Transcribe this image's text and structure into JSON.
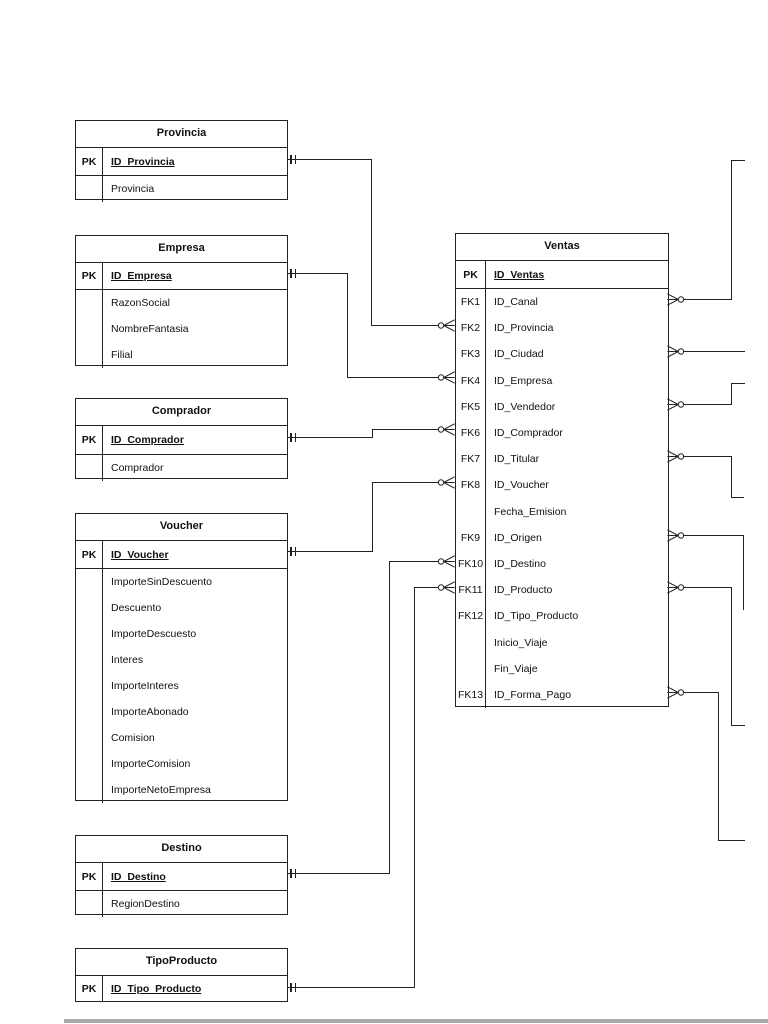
{
  "diagram": {
    "entities": [
      {
        "name": "Provincia",
        "pk_label": "PK",
        "pk": "ID_Provincia",
        "attributes": [
          "Provincia"
        ]
      },
      {
        "name": "Empresa",
        "pk_label": "PK",
        "pk": "ID_Empresa",
        "attributes": [
          "RazonSocial",
          "NombreFantasia",
          "Filial"
        ]
      },
      {
        "name": "Comprador",
        "pk_label": "PK",
        "pk": "ID_Comprador",
        "attributes": [
          "Comprador"
        ]
      },
      {
        "name": "Voucher",
        "pk_label": "PK",
        "pk": "ID_Voucher",
        "attributes": [
          "ImporteSinDescuento",
          "Descuento",
          "ImporteDescuesto",
          "Interes",
          "ImporteInteres",
          "ImporteAbonado",
          "Comision",
          "ImporteComision",
          "ImporteNetoEmpresa"
        ]
      },
      {
        "name": "Destino",
        "pk_label": "PK",
        "pk": "ID_Destino",
        "attributes": [
          "RegionDestino"
        ]
      },
      {
        "name": "TipoProducto",
        "pk_label": "PK",
        "pk": "ID_Tipo_Producto",
        "attributes": []
      }
    ],
    "ventas": {
      "name": "Ventas",
      "pk_label": "PK",
      "pk": "ID_Ventas",
      "rows": [
        {
          "key": "FK1",
          "name": "ID_Canal"
        },
        {
          "key": "FK2",
          "name": "ID_Provincia"
        },
        {
          "key": "FK3",
          "name": "ID_Ciudad"
        },
        {
          "key": "FK4",
          "name": "ID_Empresa"
        },
        {
          "key": "FK5",
          "name": "ID_Vendedor"
        },
        {
          "key": "FK6",
          "name": "ID_Comprador"
        },
        {
          "key": "FK7",
          "name": "ID_Titular"
        },
        {
          "key": "FK8",
          "name": "ID_Voucher"
        },
        {
          "key": "",
          "name": "Fecha_Emision"
        },
        {
          "key": "FK9",
          "name": "ID_Origen"
        },
        {
          "key": "FK10",
          "name": "ID_Destino"
        },
        {
          "key": "FK11",
          "name": "ID_Producto"
        },
        {
          "key": "FK12",
          "name": "ID_Tipo_Producto"
        },
        {
          "key": "",
          "name": "Inicio_Viaje"
        },
        {
          "key": "",
          "name": "Fin_Viaje"
        },
        {
          "key": "FK13",
          "name": "ID_Forma_Pago"
        }
      ]
    },
    "relationships": [
      {
        "from": "Provincia",
        "to": "Ventas.FK2",
        "from_end": "exactly-one",
        "to_end": "zero-or-many"
      },
      {
        "from": "Empresa",
        "to": "Ventas.FK4",
        "from_end": "exactly-one",
        "to_end": "zero-or-many"
      },
      {
        "from": "Comprador",
        "to": "Ventas.FK6",
        "from_end": "exactly-one",
        "to_end": "zero-or-many"
      },
      {
        "from": "Voucher",
        "to": "Ventas.FK8",
        "from_end": "exactly-one",
        "to_end": "zero-or-many"
      },
      {
        "from": "Destino",
        "to": "Ventas.FK10",
        "from_end": "exactly-one",
        "to_end": "zero-or-many"
      },
      {
        "from": "TipoProducto",
        "to": "Ventas.FK11",
        "from_end": "exactly-one",
        "to_end": "zero-or-many"
      }
    ],
    "offpage_connectors": [
      "FK1 ID_Canal",
      "FK3 ID_Ciudad",
      "FK5 ID_Vendedor",
      "FK7 ID_Titular",
      "FK9 ID_Origen",
      "FK11 ID_Producto",
      "FK13 ID_Forma_Pago"
    ],
    "colors": {
      "line": "#222222",
      "background": "#ffffff",
      "page_edge": "#a9a9a9"
    }
  }
}
